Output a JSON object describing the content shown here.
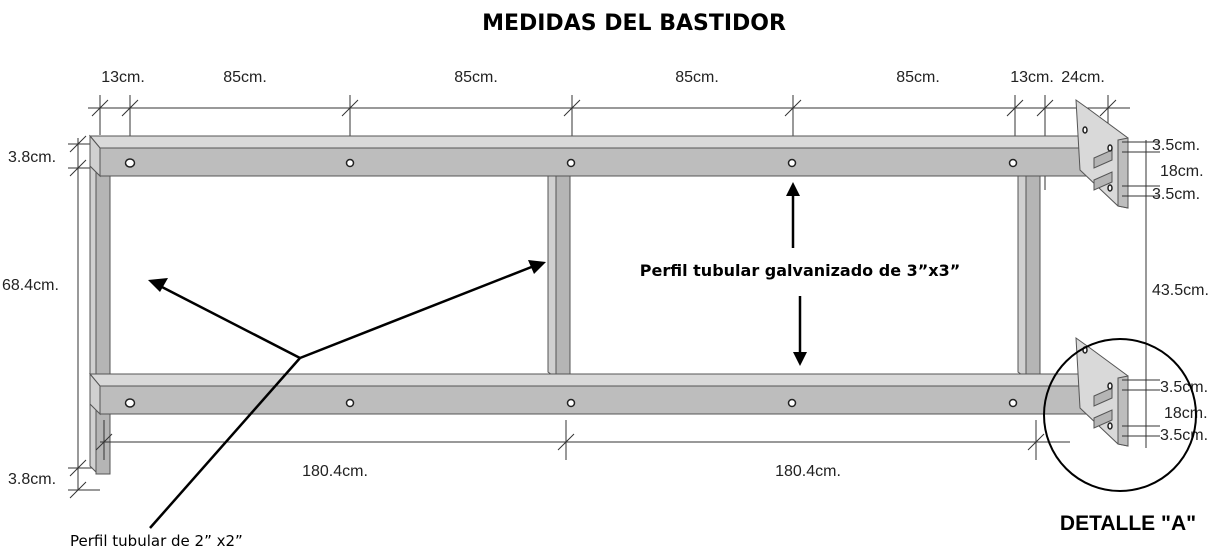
{
  "title": "MEDIDAS DEL BASTIDOR",
  "top_dims": [
    "13cm.",
    "85cm.",
    "85cm.",
    "85cm.",
    "85cm.",
    "13cm.",
    "24cm."
  ],
  "left_dims": {
    "top_thickness": "3.8cm.",
    "height": "68.4cm.",
    "bottom_thickness": "3.8cm."
  },
  "bottom_dims": [
    "180.4cm.",
    "180.4cm."
  ],
  "right_dims": {
    "upper": [
      "3.5cm.",
      "18cm.",
      "3.5cm."
    ],
    "middle": "43.5cm.",
    "lower": [
      "3.5cm.",
      "18cm.",
      "3.5cm."
    ]
  },
  "labels": {
    "galvanized": "Perfil tubular galvanizado de 3”x3”",
    "tubular": "Perfil tubular de 2”  x2”",
    "detail": "DETALLE \"A\""
  }
}
